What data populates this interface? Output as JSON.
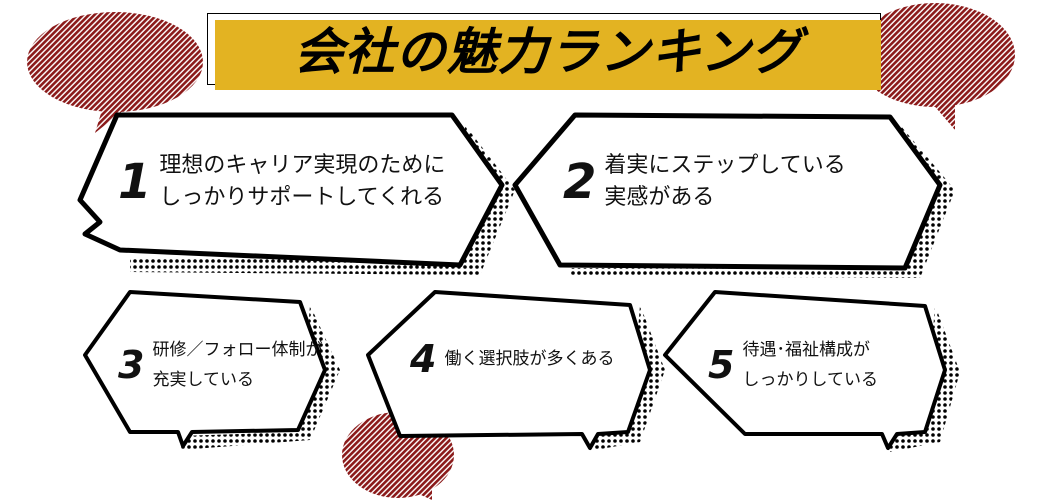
{
  "title": "会社の魅力ランキング",
  "colors": {
    "accent_yellow": "#e3b322",
    "bubble_red": "#8b1a1a"
  },
  "ranking": [
    {
      "rank": "1",
      "text": "理想のキャリア実現のために\nしっかりサポートしてくれる"
    },
    {
      "rank": "2",
      "text": "着実にステップしている\n実感がある"
    },
    {
      "rank": "3",
      "text": "研修／フォロー体制が\n充実している"
    },
    {
      "rank": "4",
      "text": "働く選択肢が多くある"
    },
    {
      "rank": "5",
      "text": "待遇･福祉構成が\nしっかりしている"
    }
  ]
}
